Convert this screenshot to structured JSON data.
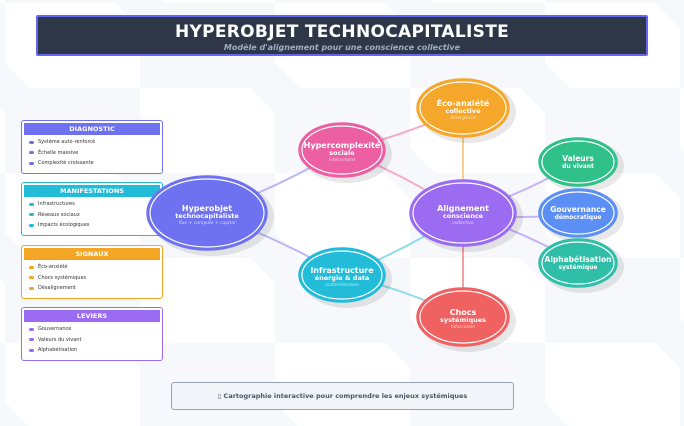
{
  "header": {
    "title": "HYPEROBJET TECHNOCAPITALISTE",
    "subtitle": "Modèle d'alignement pour une conscience collective"
  },
  "cards": [
    {
      "title": "DIAGNOSTIC",
      "color": "#6f72f0",
      "items": [
        "Système auto-renforcé",
        "Échelle massive",
        "Complexité croissante"
      ]
    },
    {
      "title": "MANIFESTATIONS",
      "color": "#22bcd9",
      "items": [
        "Infrastructures",
        "Réseaux sociaux",
        "Impacts écologiques"
      ]
    },
    {
      "title": "SIGNAUX",
      "color": "#f5a524",
      "items": [
        "Éco-anxiété",
        "Chocs systémiques",
        "Désalignement"
      ]
    },
    {
      "title": "LEVIERS",
      "color": "#9b6cf2",
      "items": [
        "Gouvernance",
        "Valeurs du vivant",
        "Alphabétisation"
      ]
    }
  ],
  "nodes": [
    {
      "id": "hyperobjet",
      "l1": "Hyperobjet",
      "l2": "technocapitaliste",
      "l3": "flux + compute + capital",
      "color": "#6f72f0"
    },
    {
      "id": "hypercomplexite",
      "l1": "Hypercomplexité",
      "l2": "sociale",
      "l3": "interactions",
      "color": "#ec5fa3"
    },
    {
      "id": "eco-anxiete",
      "l1": "Éco-anxiété",
      "l2": "collective",
      "l3": "émergence",
      "color": "#f5a72c"
    },
    {
      "id": "alignement",
      "l1": "Alignement",
      "l2": "conscience",
      "l3": "collective",
      "color": "#9b6cf2"
    },
    {
      "id": "infrastructure",
      "l1": "Infrastructure",
      "l2": "énergie & data",
      "l3": "matérialisation",
      "color": "#22bcd9"
    },
    {
      "id": "chocs",
      "l1": "Chocs",
      "l2": "systémiques",
      "l3": "bifurcation",
      "color": "#f06262"
    },
    {
      "id": "valeurs",
      "l1": "Valeurs",
      "l2": "du vivant",
      "l3": "",
      "color": "#30c08a"
    },
    {
      "id": "gouvernance",
      "l1": "Gouvernance",
      "l2": "démocratique",
      "l3": "",
      "color": "#5b8ff5"
    },
    {
      "id": "alphabetisation",
      "l1": "Alphabétisation",
      "l2": "systémique",
      "l3": "",
      "color": "#2fbfa8"
    }
  ],
  "edges": [
    {
      "from": "hyperobjet",
      "to": "hypercomplexite",
      "color": "#b9b7f5"
    },
    {
      "from": "hyperobjet",
      "to": "infrastructure",
      "color": "#b9b7f5"
    },
    {
      "from": "hypercomplexite",
      "to": "eco-anxiete",
      "color": "#f4a9c9"
    },
    {
      "from": "hypercomplexite",
      "to": "alignement",
      "color": "#f4a9c9"
    },
    {
      "from": "eco-anxiete",
      "to": "alignement",
      "color": "#f9d08a"
    },
    {
      "from": "infrastructure",
      "to": "alignement",
      "color": "#93dde9"
    },
    {
      "from": "infrastructure",
      "to": "chocs",
      "color": "#93dde9"
    },
    {
      "from": "alignement",
      "to": "chocs",
      "color": "#f3a0a0"
    },
    {
      "from": "alignement",
      "to": "valeurs",
      "color": "#c7b3f6"
    },
    {
      "from": "alignement",
      "to": "gouvernance",
      "color": "#c7b3f6"
    },
    {
      "from": "alignement",
      "to": "alphabetisation",
      "color": "#c7b3f6"
    }
  ],
  "footer": {
    "text": "▯ Cartographie interactive pour comprendre les enjeux systémiques"
  }
}
